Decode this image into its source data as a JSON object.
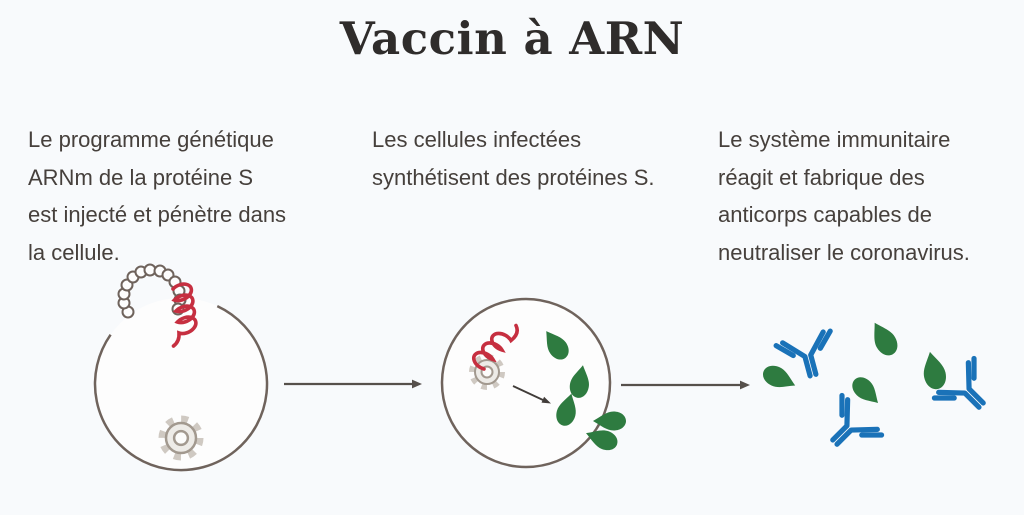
{
  "title": "Vaccin à ARN",
  "steps": [
    {
      "lines": [
        "Le programme génétique",
        "ARNm de la protéine S",
        "est injecté et pénètre dans",
        "la cellule."
      ]
    },
    {
      "lines": [
        "Les cellules infectées",
        "synthétisent des protéines S."
      ]
    },
    {
      "lines": [
        "Le système immunitaire",
        "réagit et fabrique des",
        "anticorps capables de",
        "neutraliser le coronavirus."
      ]
    }
  ],
  "icons": {
    "cell-membrane-icon": "large outlined circle",
    "vesicle-beads-icon": "arc of small beaded circles",
    "mrna-coil-icon": "red corkscrew spiral",
    "ribosome-gear-icon": "gray cog wheel",
    "spike-protein-icon": "green teardrop",
    "antibody-icon": "blue Y-shaped immunoglobulin",
    "arrow-right-icon": "thin right-pointing arrow"
  },
  "colors": {
    "background": "#f8fafc",
    "title_text": "#2f2c2b",
    "body_text": "#46403c",
    "cell_outline": "#6f635c",
    "cell_fill": "#fdfdfd",
    "rna_red": "#c62f40",
    "protein_green": "#2e7b40",
    "antibody_blue": "#1a72b8",
    "gear_fill": "#edebe7",
    "gear_stroke": "#a2998f",
    "gear_teeth": "#cfc9c2",
    "arrow": "#56504b",
    "inner_arrow": "#413c39"
  }
}
